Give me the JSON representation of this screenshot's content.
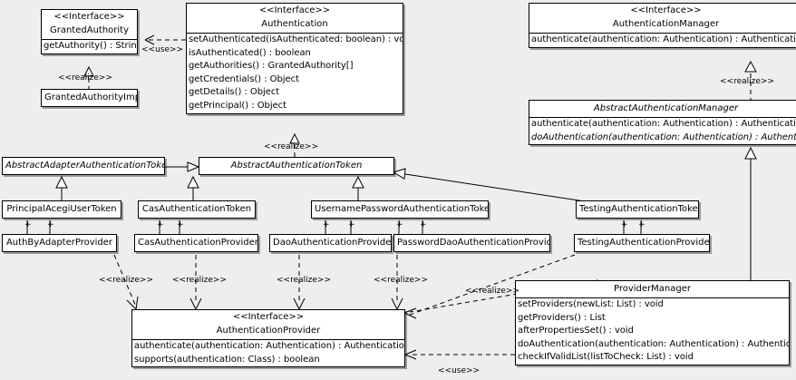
{
  "diagram": {
    "type": "uml-class-diagram",
    "background": "#eeeeee",
    "stereotypes": {
      "interface": "<<Interface>>",
      "realize": "<<realize>>",
      "use": "<<use>>"
    },
    "multiplicity_marker": "+"
  },
  "classes": {
    "granted_authority": {
      "stereotype": "<<Interface>>",
      "name": "GrantedAuthority",
      "operations": [
        "getAuthority() : String"
      ]
    },
    "granted_authority_impl": {
      "name": "GrantedAuthorityImpl"
    },
    "authentication": {
      "stereotype": "<<Interface>>",
      "name": "Authentication",
      "operations": [
        "setAuthenticated(isAuthenticated: boolean) : void",
        "isAuthenticated() : boolean",
        "getAuthorities() : GrantedAuthority[]",
        "getCredentials() : Object",
        "getDetails() : Object",
        "getPrincipal() : Object"
      ]
    },
    "authentication_manager": {
      "stereotype": "<<Interface>>",
      "name": "AuthenticationManager",
      "operations": [
        "authenticate(authentication: Authentication) : Authentication"
      ]
    },
    "abstract_authentication_manager": {
      "name": "AbstractAuthenticationManager",
      "abstract": true,
      "operations": [
        "authenticate(authentication: Authentication) : Authentication",
        "doAuthentication(authentication: Authentication) : Authentication"
      ]
    },
    "abstract_adapter_authentication_token": {
      "name": "AbstractAdapterAuthenticationToken",
      "abstract": true
    },
    "abstract_authentication_token": {
      "name": "AbstractAuthenticationToken",
      "abstract": true
    },
    "principal_acegi_user_token": {
      "name": "PrincipalAcegiUserToken"
    },
    "cas_authentication_token": {
      "name": "CasAuthenticationToken"
    },
    "username_password_authentication_token": {
      "name": "UsernamePasswordAuthenticationToken"
    },
    "testing_authentication_token": {
      "name": "TestingAuthenticationToken"
    },
    "auth_by_adapter_provider": {
      "name": "AuthByAdapterProvider"
    },
    "cas_authentication_provider": {
      "name": "CasAuthenticationProvider"
    },
    "dao_authentication_provider": {
      "name": "DaoAuthenticationProvider"
    },
    "password_dao_authentication_provider": {
      "name": "PasswordDaoAuthenticationProvider"
    },
    "testing_authentication_provider": {
      "name": "TestingAuthenticationProvider"
    },
    "authentication_provider": {
      "stereotype": "<<Interface>>",
      "name": "AuthenticationProvider",
      "operations": [
        "authenticate(authentication: Authentication) : Authentication",
        "supports(authentication: Class) : boolean"
      ]
    },
    "provider_manager": {
      "name": "ProviderManager",
      "operations": [
        "setProviders(newList: List) : void",
        "getProviders() : List",
        "afterPropertiesSet() : void",
        "doAuthentication(authentication: Authentication) : Authentication",
        "checkIfValidList(listToCheck: List) : void"
      ]
    }
  },
  "edge_labels": {
    "use_authentication_granted_authority": "<<use>>",
    "realize_granted_authority_impl": "<<realize>>",
    "realize_abstract_auth_token": "<<realize>>",
    "realize_abstract_auth_manager": "<<realize>>",
    "realize_auth_by_adapter": "<<realize>>",
    "realize_cas_provider": "<<realize>>",
    "realize_dao_provider": "<<realize>>",
    "realize_password_dao_provider": "<<realize>>",
    "realize_testing_provider": "<<realize>>",
    "use_provider_manager": "<<use>>"
  },
  "multiplicities": {
    "principal_acegi_left": "+",
    "principal_acegi_right": "+",
    "cas_token_left": "+",
    "cas_token_right": "+",
    "upat_left_a": "+",
    "upat_left_b": "+",
    "upat_right_a": "+",
    "upat_right_b": "+",
    "testing_left": "+",
    "testing_right": "+"
  }
}
